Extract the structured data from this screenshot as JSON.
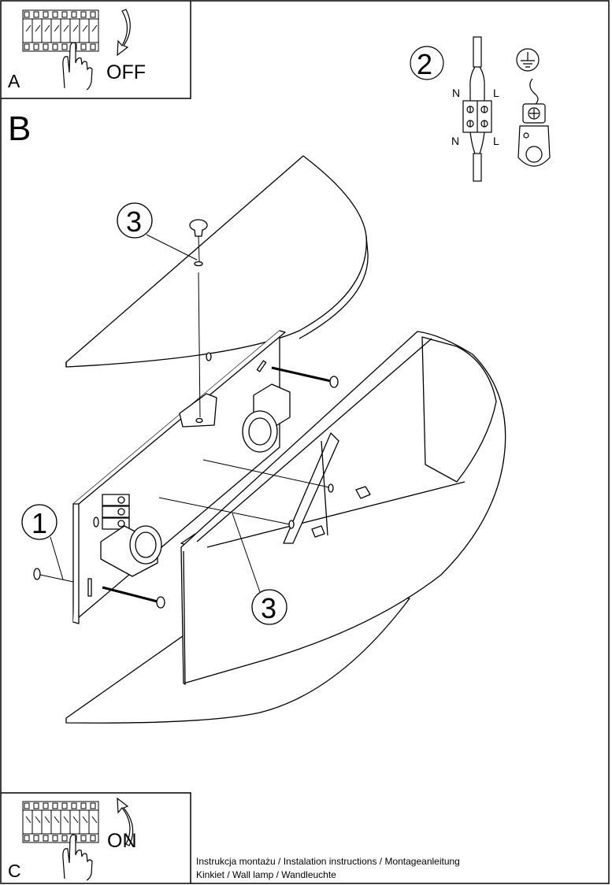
{
  "panels": {
    "a": {
      "letter": "A",
      "action": "OFF"
    },
    "b": {
      "letter": "B"
    },
    "c": {
      "letter": "C",
      "action": "ON"
    }
  },
  "callouts": {
    "wiring_step": "2",
    "parts": [
      "3",
      "1",
      "3"
    ]
  },
  "wiring": {
    "top_left": "N",
    "top_right": "L",
    "bottom_left": "N",
    "bottom_right": "L"
  },
  "caption": {
    "line1": "Instrukcja montażu / Instalation instructions / Montageanleitung",
    "line2": "Kinkiet  / Wall lamp / Wandleuchte"
  }
}
